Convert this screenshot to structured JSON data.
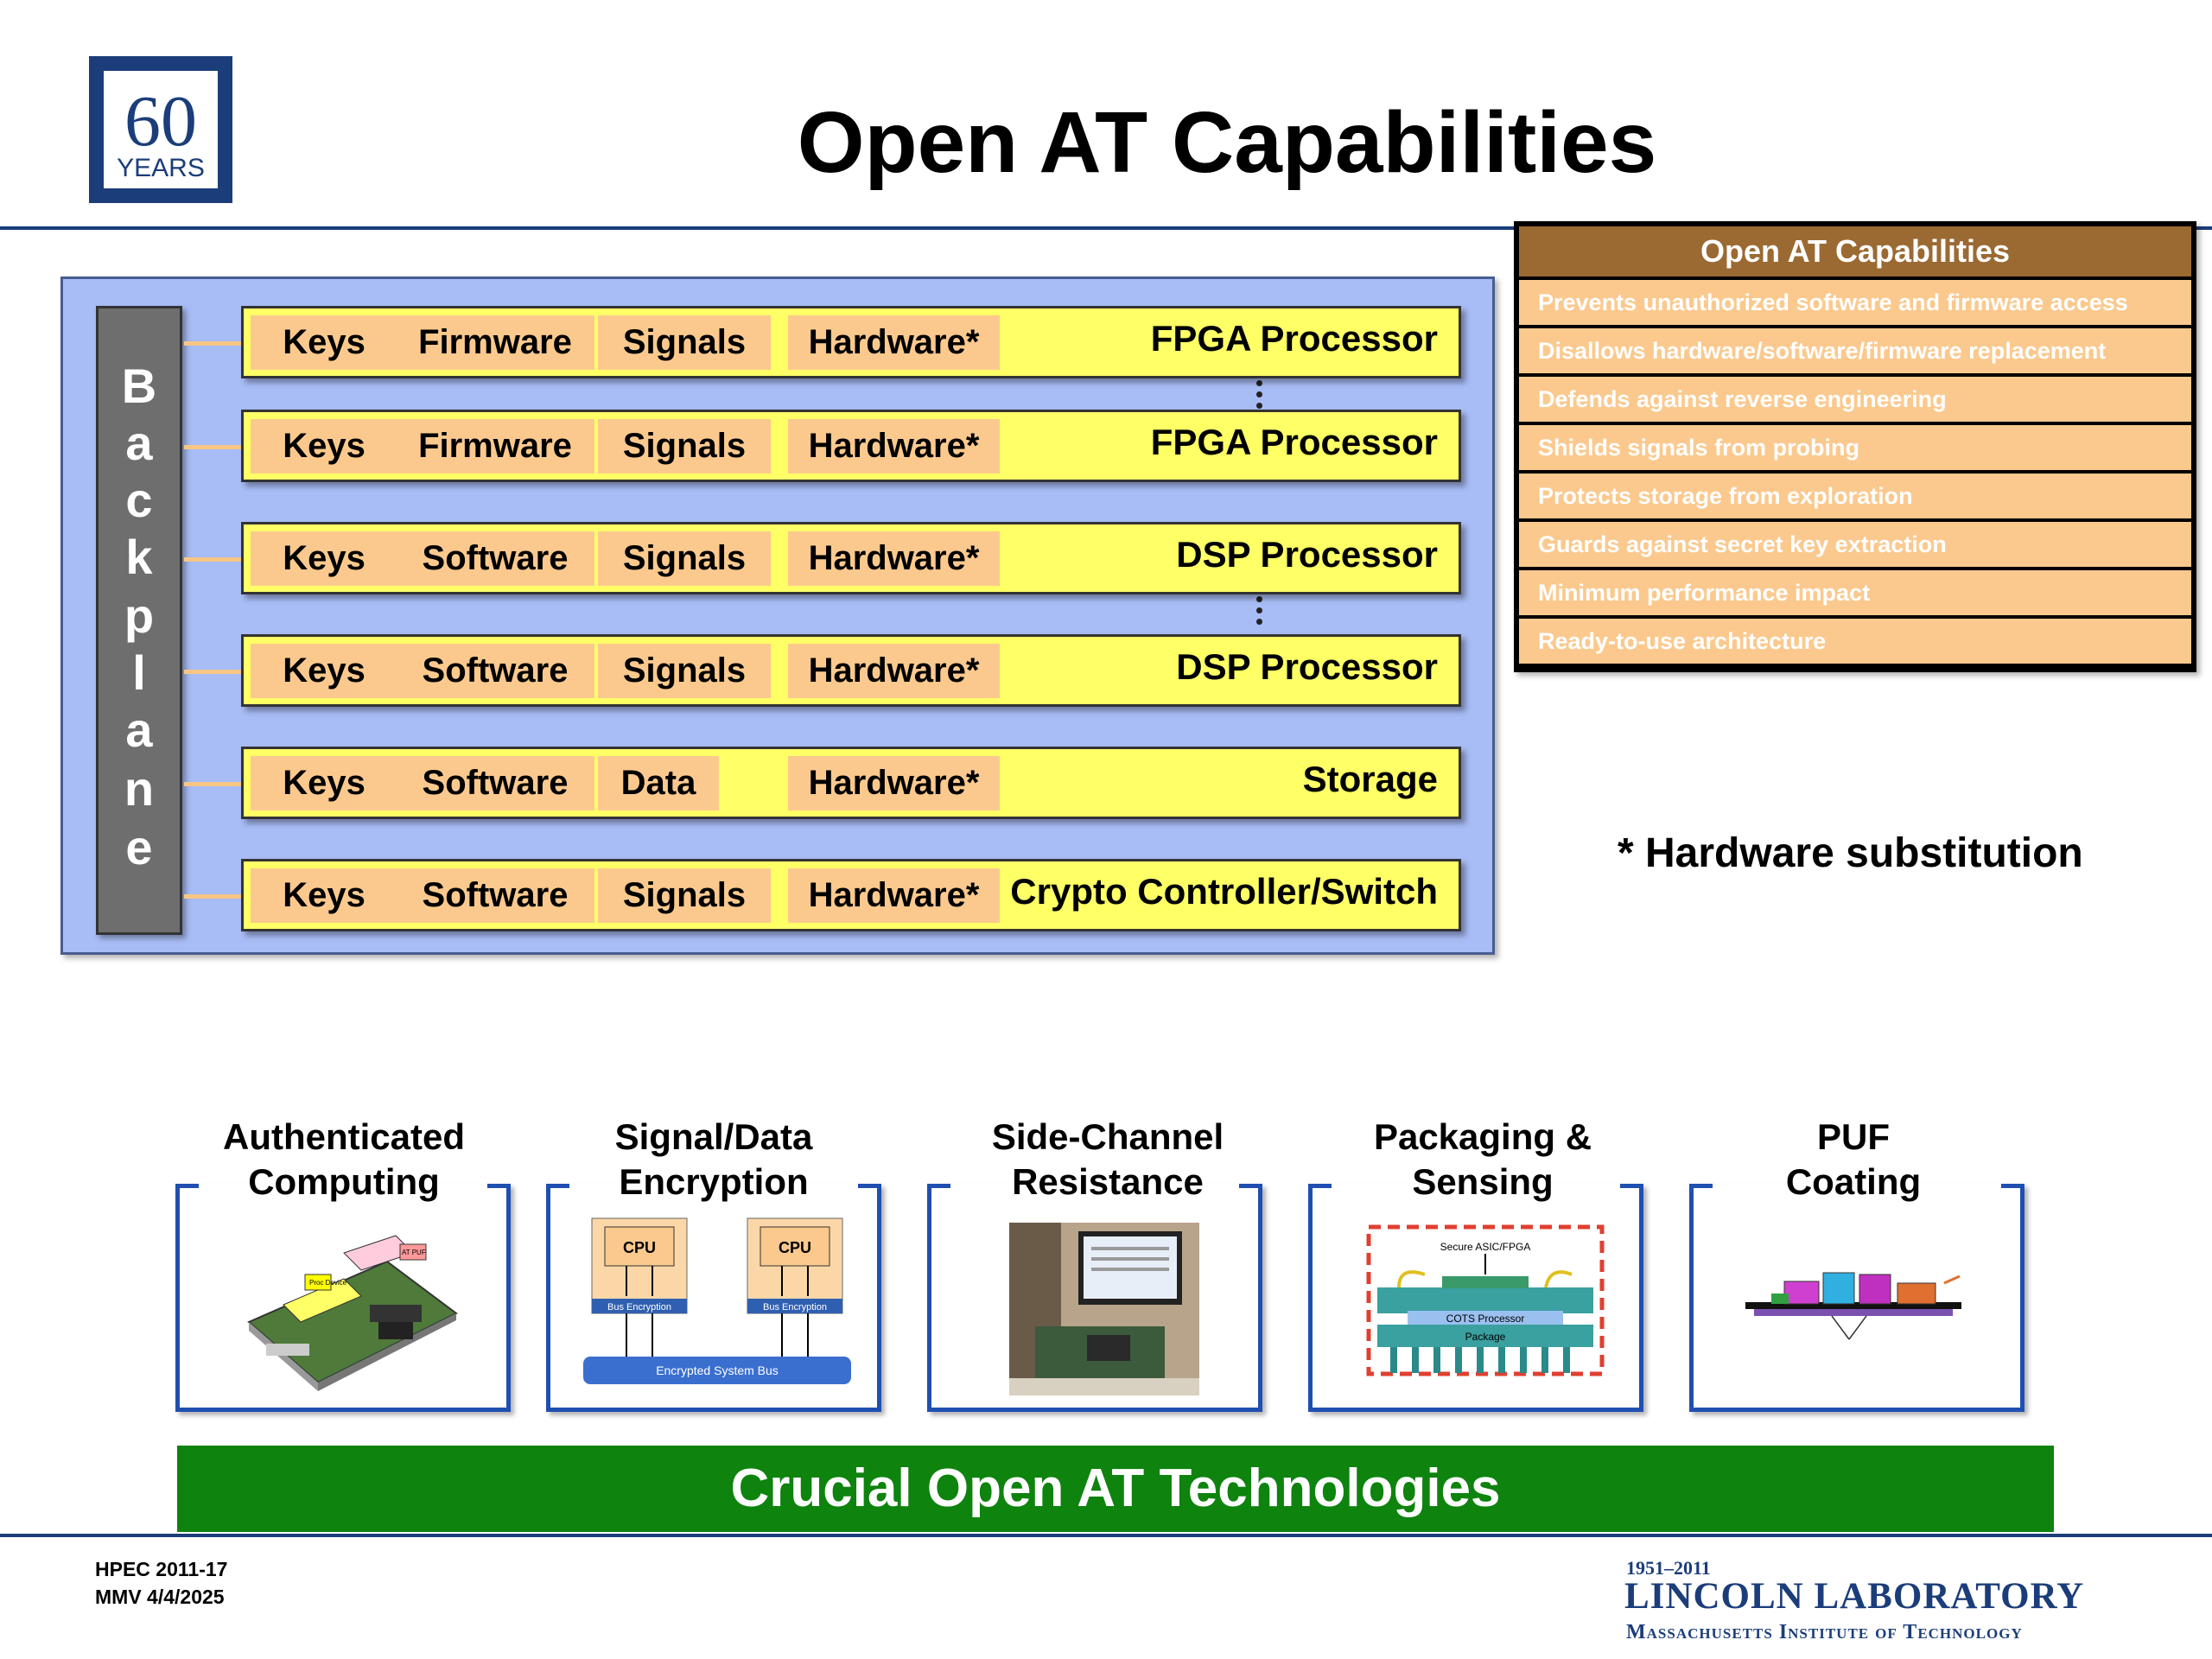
{
  "logo": {
    "number": "60",
    "word": "YEARS"
  },
  "title": "Open AT Capabilities",
  "backplane": {
    "letters": [
      "B",
      "a",
      "c",
      "k",
      "p",
      "l",
      "a",
      "n",
      "e"
    ]
  },
  "rows": [
    {
      "c1": "Keys",
      "c2": "Firmware",
      "c3": "Signals",
      "c4": "Hardware*",
      "label": "FPGA Processor"
    },
    {
      "c1": "Keys",
      "c2": "Firmware",
      "c3": "Signals",
      "c4": "Hardware*",
      "label": "FPGA Processor"
    },
    {
      "c1": "Keys",
      "c2": "Software",
      "c3": "Signals",
      "c4": "Hardware*",
      "label": "DSP Processor"
    },
    {
      "c1": "Keys",
      "c2": "Software",
      "c3": "Signals",
      "c4": "Hardware*",
      "label": "DSP Processor"
    },
    {
      "c1": "Keys",
      "c2": "Software",
      "c3": "Data",
      "c4": "Hardware*",
      "label": "Storage"
    },
    {
      "c1": "Keys",
      "c2": "Software",
      "c3": "Signals",
      "c4": "Hardware*",
      "label": "Crypto Controller/Switch"
    }
  ],
  "capabilities": {
    "header": "Open AT Capabilities",
    "items": [
      "Prevents unauthorized software and firmware access",
      "Disallows hardware/software/firmware replacement",
      "Defends against reverse engineering",
      "Shields signals from probing",
      "Protects storage from exploration",
      "Guards against secret key extraction",
      "Minimum performance impact",
      "Ready-to-use architecture"
    ]
  },
  "hardware_note": "* Hardware substitution",
  "technologies": [
    {
      "line1": "Authenticated",
      "line2": "Computing"
    },
    {
      "line1": "Signal/Data",
      "line2": "Encryption"
    },
    {
      "line1": "Side-Channel",
      "line2": "Resistance"
    },
    {
      "line1": "Packaging &",
      "line2": "Sensing"
    },
    {
      "line1": "PUF",
      "line2": "Coating"
    }
  ],
  "tech_images": {
    "board_labels": [
      "Proc Device",
      "AT PUF"
    ],
    "cpu_label": "CPU",
    "bus_encryption": "Bus Encryption",
    "system_bus": "Encrypted System Bus",
    "secure_asic": "Secure ASIC/FPGA",
    "cots": "COTS Processor",
    "package": "Package"
  },
  "tech_bar": "Crucial Open AT Technologies",
  "footer": {
    "code": "HPEC 2011-17",
    "author": "MMV 4/4/2025",
    "years": "1951–2011",
    "lab": "LINCOLN LABORATORY",
    "institute": "Massachusetts Institute of Technology"
  },
  "colors": {
    "navy": "#1b3d7a",
    "panel": "#a8bcf5",
    "row": "#ffff66",
    "cell": "#fbc98e",
    "table_header": "#9b6a33",
    "tech_bar": "#0e830e",
    "tech_border": "#1f4fb0"
  }
}
